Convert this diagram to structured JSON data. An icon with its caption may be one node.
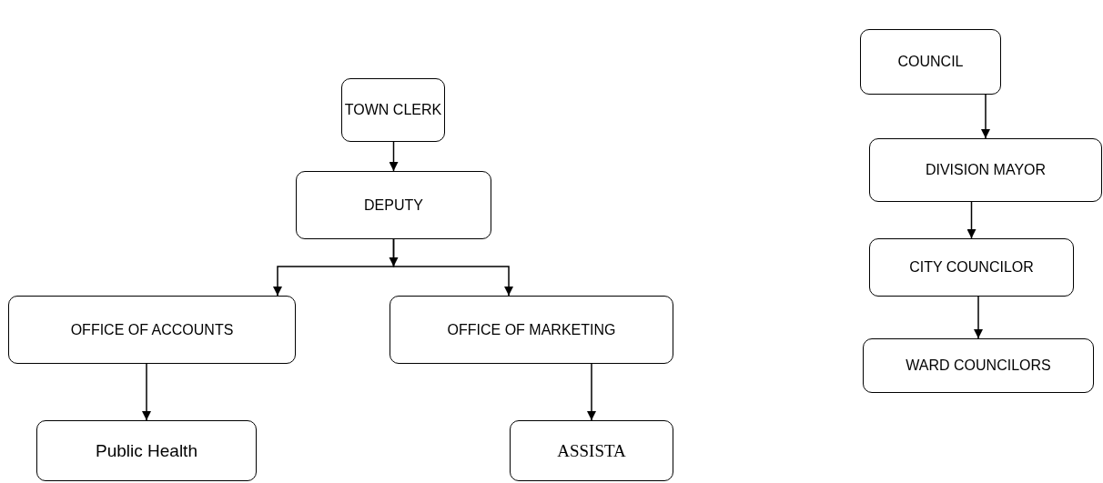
{
  "diagram": {
    "nodes": [
      {
        "text": [
          "TOWN CLERK"
        ]
      },
      {
        "text": [
          "DEPUTY"
        ]
      },
      {
        "text": [
          "OFFICE OF ACCOUNTS"
        ]
      },
      {
        "text": [
          "OFFICE OF MARKETING"
        ]
      },
      {
        "text": [
          "Public Health"
        ]
      },
      {
        "text": [
          "ASSISTA"
        ]
      },
      {
        "text": [
          "COUNCIL"
        ]
      },
      {
        "text": [
          "DIVISION MAYOR"
        ]
      },
      {
        "text": [
          "CITY COUNCILOR"
        ]
      },
      {
        "text": [
          "WARD COUNCILORS"
        ]
      }
    ],
    "edges": [
      {
        "from": 0,
        "to": 1,
        "arrow": "to"
      },
      {
        "from": 1,
        "to": 2,
        "arrow": "to"
      },
      {
        "from": 1,
        "to": 3,
        "arrow": "to"
      },
      {
        "from": 2,
        "to": 4,
        "arrow": "to"
      },
      {
        "from": 3,
        "to": 5,
        "arrow": "to"
      },
      {
        "from": 6,
        "to": 7,
        "arrow": "to"
      },
      {
        "from": 7,
        "to": 8,
        "arrow": "to"
      },
      {
        "from": 8,
        "to": 9,
        "arrow": "to"
      }
    ]
  }
}
